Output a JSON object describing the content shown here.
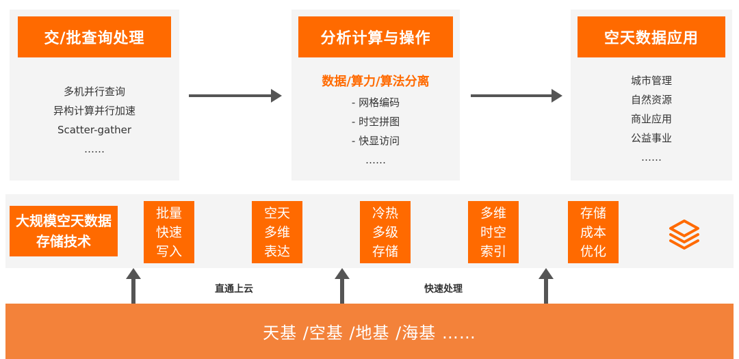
{
  "colors": {
    "accent": "#ff6a00",
    "bottom_bar": "#f3823a",
    "panel_bg": "#f4f4f4",
    "arrow": "#555555"
  },
  "panels": [
    {
      "title": "交/批查询处理",
      "items": [
        "多机并行查询",
        "异构计算并行加速",
        "Scatter-gather",
        "……"
      ]
    },
    {
      "title": "分析计算与操作",
      "subhead": "数据/算力/算法分离",
      "items": [
        "- 网格编码",
        "- 时空拼图",
        "- 快显访问",
        "……"
      ]
    },
    {
      "title": "空天数据应用",
      "items": [
        "城市管理",
        "自然资源",
        "商业应用",
        "公益事业",
        "……"
      ]
    }
  ],
  "storage": {
    "title": "大规模空天数据存储技术",
    "features": [
      "批量\n快速\n写入",
      "空天\n多维\n表达",
      "冷热\n多级\n存储",
      "多维\n时空\n索引",
      "存储\n成本\n优化"
    ],
    "icon": "layers-icon"
  },
  "flow_labels": [
    "直通上云",
    "快速处理"
  ],
  "bottom": {
    "label": "天基 /空基 /地基 /海基 ……"
  }
}
